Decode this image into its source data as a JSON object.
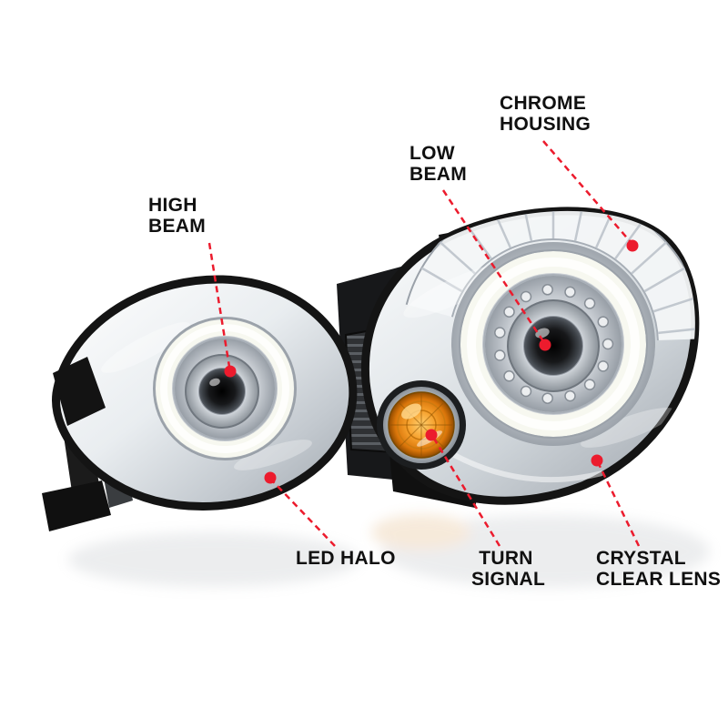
{
  "page": {
    "background_color": "#ffffff",
    "accent_color": "#ec1b2d",
    "text_color": "#101010"
  },
  "callouts": {
    "high_beam": {
      "line1": "HIGH",
      "line2": "BEAM"
    },
    "low_beam": {
      "line1": "LOW",
      "line2": "BEAM"
    },
    "chrome_housing": {
      "line1": "CHROME",
      "line2": "HOUSING"
    },
    "led_halo": {
      "line1": "LED HALO"
    },
    "turn_signal": {
      "line1": "TURN",
      "line2": "SIGNAL"
    },
    "crystal_clear_lens": {
      "line1": "CRYSTAL",
      "line2": "CLEAR LENS"
    }
  },
  "illustration": {
    "description": "Pair of chrome projector headlight assemblies with LED halo rings, fluted chrome housing, amber turn signal and crystal clear lenses",
    "colors": {
      "chrome_light": "#f4f6f8",
      "chrome_mid": "#c9ced4",
      "chrome_dark": "#8d949c",
      "housing_black": "#151515",
      "halo_white": "#f7f8f1",
      "amber": "#ef8f1b",
      "lens_dark": "#1b1b1b"
    }
  }
}
